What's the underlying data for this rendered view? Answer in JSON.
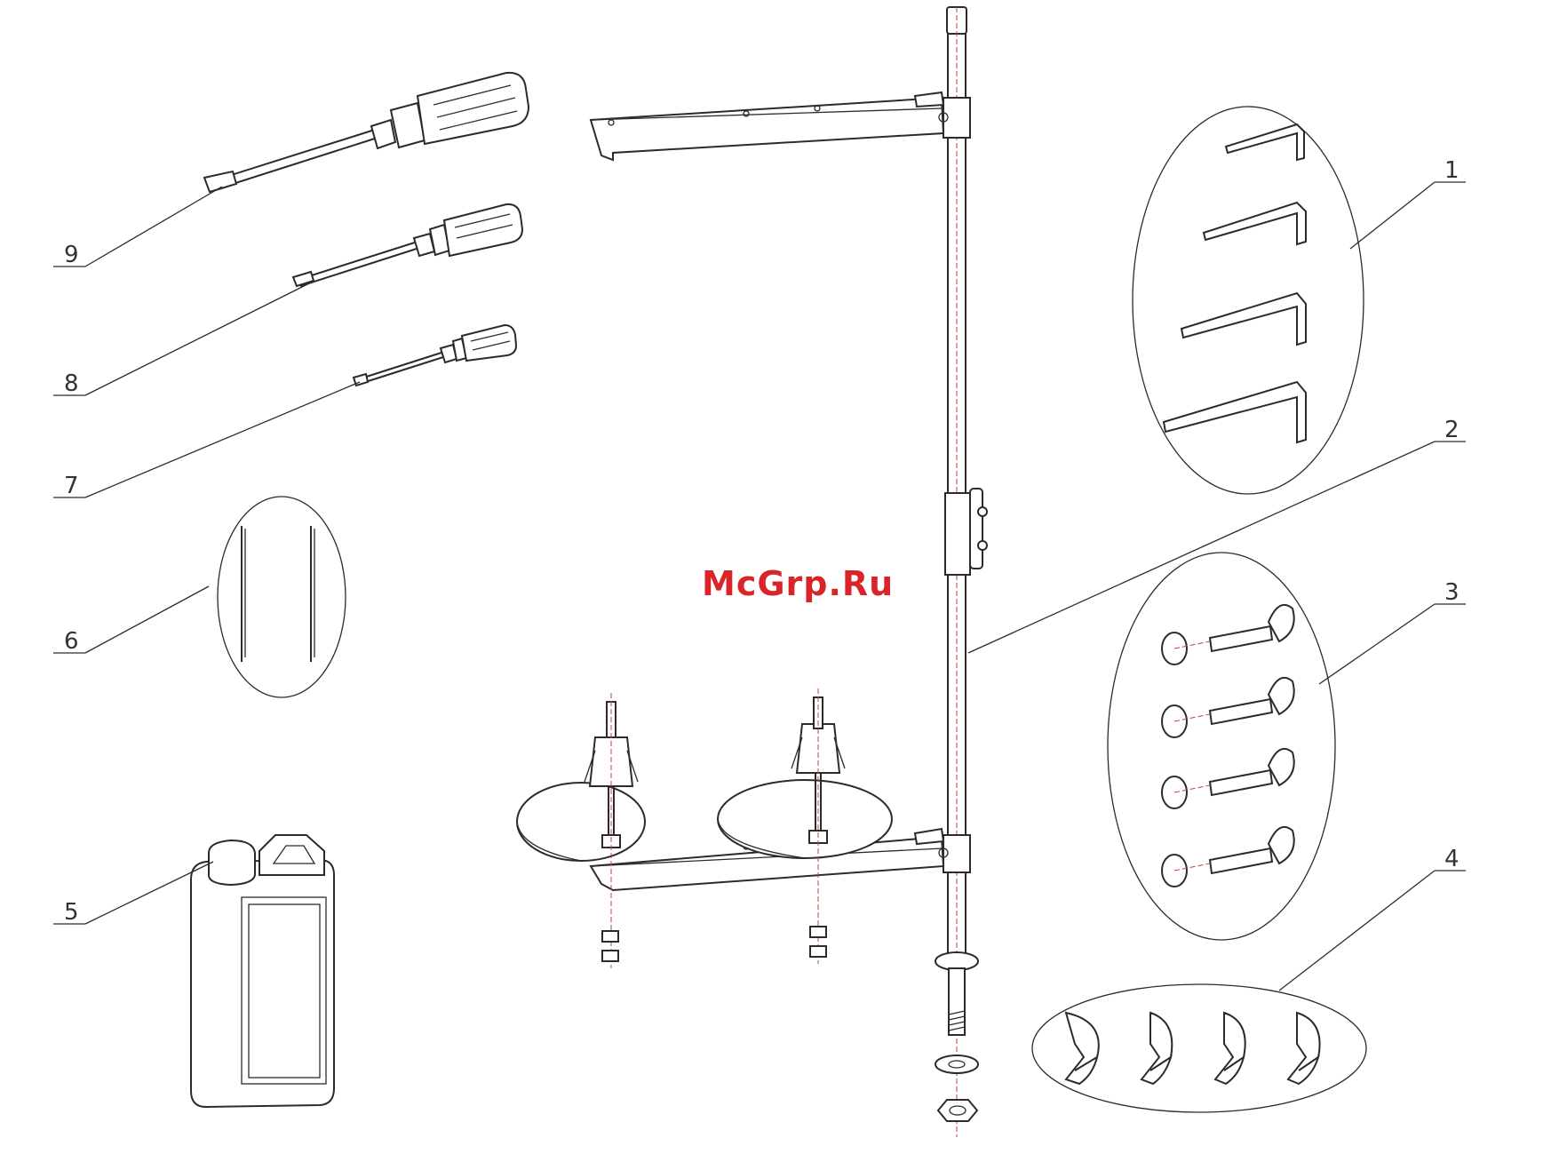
{
  "watermark": "McGrp.Ru",
  "callouts": {
    "c1": "1",
    "c2": "2",
    "c3": "3",
    "c4": "4",
    "c5": "5",
    "c6": "6",
    "c7": "7",
    "c8": "8",
    "c9": "9"
  },
  "colors": {
    "line": "#2b2b2b",
    "axis": "#c0443a",
    "watermark": "#d9252a"
  }
}
